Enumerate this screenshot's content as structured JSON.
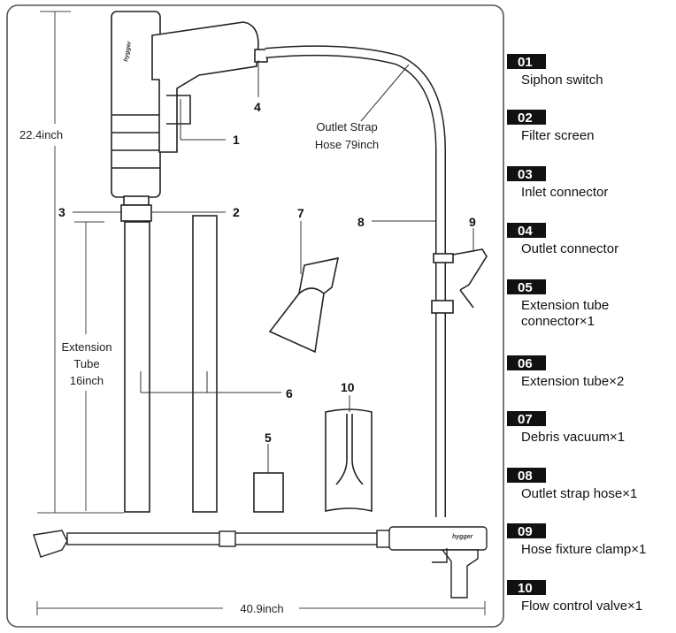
{
  "dimensions": {
    "height_label": "22.4inch",
    "width_label": "40.9inch",
    "tube_label_lines": [
      "Extension",
      "Tube",
      "16inch"
    ],
    "hose_label_lines": [
      "Outlet Strap",
      "Hose 79inch"
    ]
  },
  "callouts": [
    "1",
    "2",
    "3",
    "4",
    "5",
    "6",
    "7",
    "8",
    "9",
    "10"
  ],
  "brand": "hygger",
  "parts": [
    {
      "num": "01",
      "name_lines": [
        "Siphon switch"
      ]
    },
    {
      "num": "02",
      "name_lines": [
        "Filter screen"
      ]
    },
    {
      "num": "03",
      "name_lines": [
        "Inlet connector"
      ]
    },
    {
      "num": "04",
      "name_lines": [
        "Outlet connector"
      ]
    },
    {
      "num": "05",
      "name_lines": [
        "Extension tube",
        "connector×1"
      ]
    },
    {
      "num": "06",
      "name_lines": [
        "Extension tube×2"
      ]
    },
    {
      "num": "07",
      "name_lines": [
        "Debris vacuum×1"
      ]
    },
    {
      "num": "08",
      "name_lines": [
        "Outlet strap hose×1"
      ]
    },
    {
      "num": "09",
      "name_lines": [
        "Hose fixture clamp×1"
      ]
    },
    {
      "num": "10",
      "name_lines": [
        "Flow control valve×1"
      ]
    }
  ],
  "colors": {
    "badge_bg": "#111111",
    "line": "#222222",
    "frame": "#555555"
  }
}
